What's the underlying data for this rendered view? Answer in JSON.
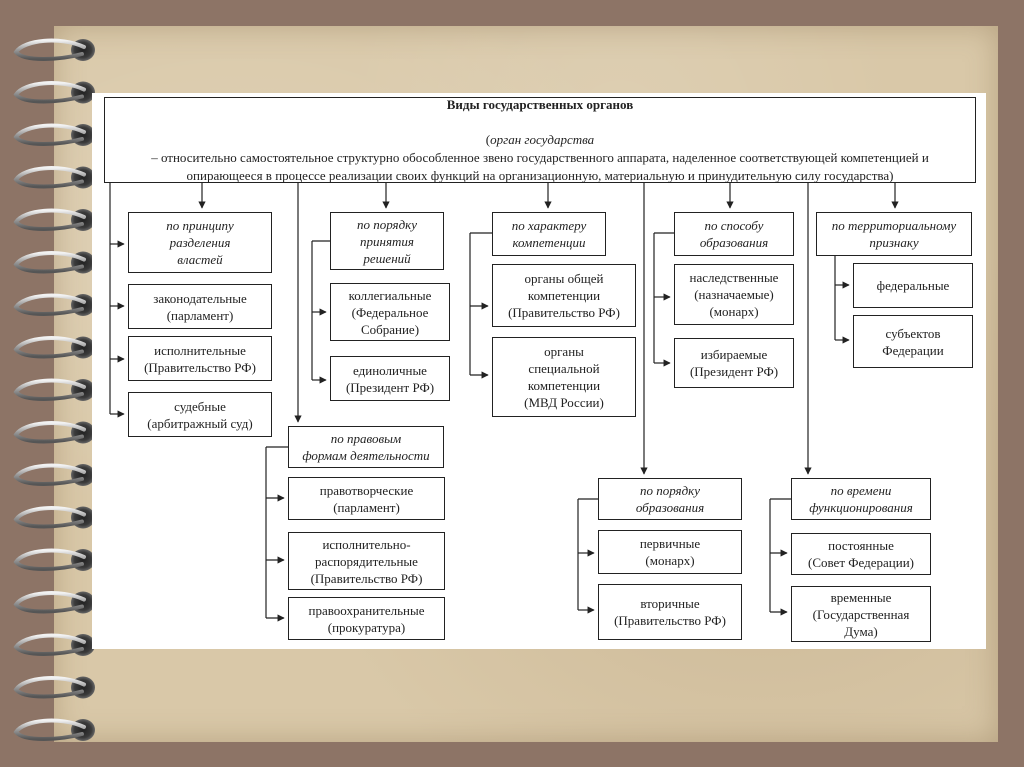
{
  "title": "Виды государственных органов",
  "definition": {
    "term": "орган государства",
    "text": "– относительно самостоятельное структурно обособленное звено государственного аппарата, наделенное соответствующей компетенцией и опирающееся в процессе реализации своих функций на организационную, материальную и принудительную силу государства)"
  },
  "groups": {
    "separation": {
      "header": "по принципу\nразделения\nвластей",
      "items": [
        "законодательные\n(парламент)",
        "исполнительные\n(Правительство РФ)",
        "судебные\n(арбитражный суд)"
      ]
    },
    "decision": {
      "header": "по порядку\nпринятия\nрешений",
      "items": [
        "коллегиальные\n(Федеральное\nСобрание)",
        "единоличные\n(Президент РФ)"
      ]
    },
    "competence": {
      "header": "по характеру\nкомпетенции",
      "items": [
        "органы общей\nкомпетенции\n(Правительство РФ)",
        "органы\nспециальной\nкомпетенции\n(МВД России)"
      ]
    },
    "formation_method": {
      "header": "по способу\nобразования",
      "items": [
        "наследственные\n(назначаемые)\n(монарх)",
        "избираемые\n(Президент РФ)"
      ]
    },
    "territorial": {
      "header": "по территориальному\nпризнаку",
      "items": [
        "федеральные",
        "субъектов\nФедерации"
      ]
    },
    "legal_forms": {
      "header": "по правовым\nформам деятельности",
      "items": [
        "правотворческие\n(парламент)",
        "исполнительно-\nраспорядительные\n(Правительство РФ)",
        "правоохранительные\n(прокуратура)"
      ]
    },
    "formation_order": {
      "header": "по порядку\nобразования",
      "items": [
        "первичные\n(монарх)",
        "вторичные\n(Правительство РФ)"
      ]
    },
    "duration": {
      "header": "по времени\nфункционирования",
      "items": [
        "постоянные\n(Совет Федерации)",
        "временные\n(Государственная\nДума)"
      ]
    }
  }
}
